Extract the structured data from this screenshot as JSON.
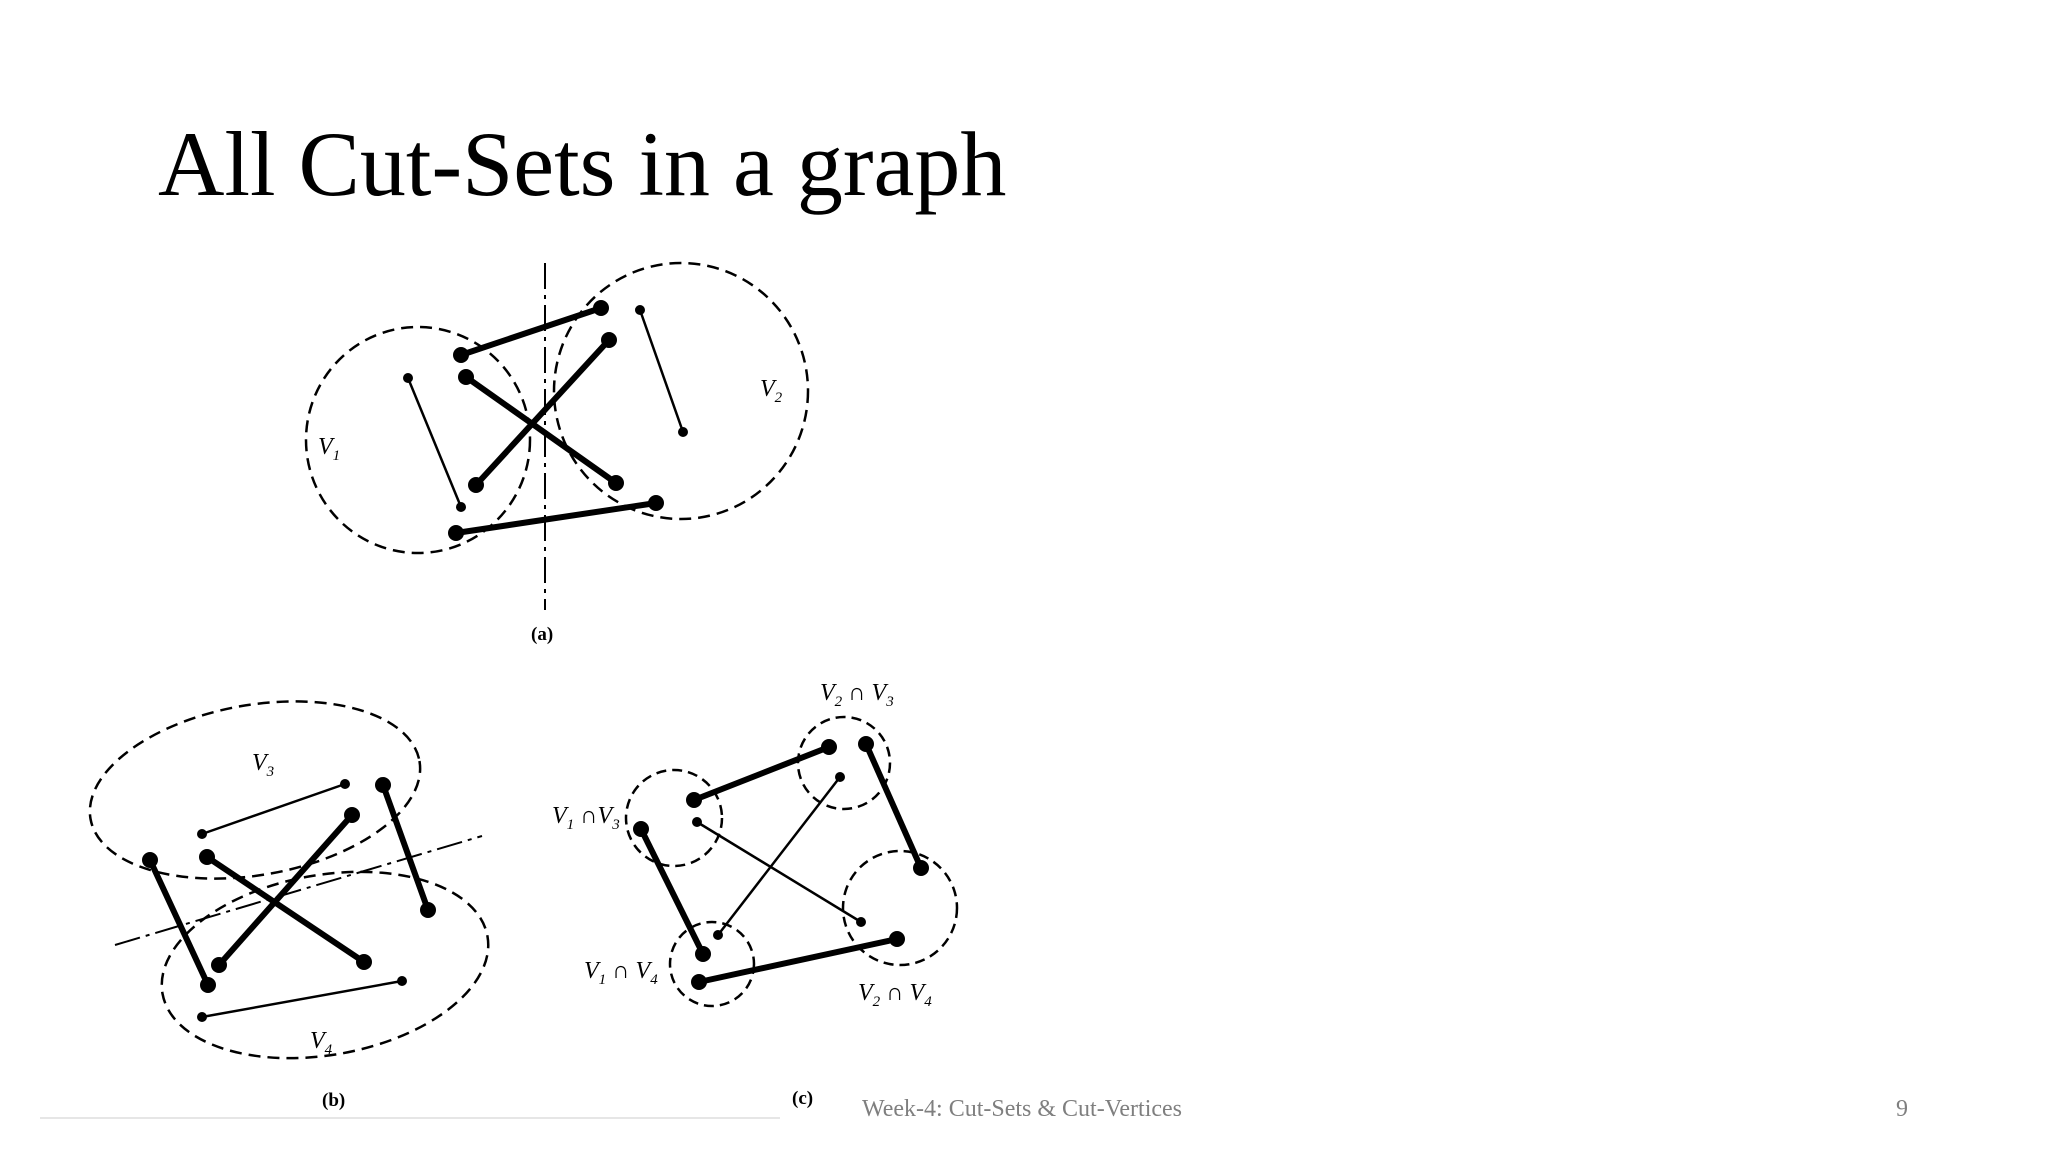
{
  "slide": {
    "title": "All Cut-Sets in a graph",
    "footer": "Week-4: Cut-Sets & Cut-Vertices",
    "page_number": "9"
  },
  "figures": {
    "a": {
      "caption": "(a)",
      "labels": {
        "v1": "V",
        "v1_sub": "1",
        "v2": "V",
        "v2_sub": "2"
      }
    },
    "b": {
      "caption": "(b)",
      "labels": {
        "v3": "V",
        "v3_sub": "3",
        "v4": "V",
        "v4_sub": "4"
      }
    },
    "c": {
      "caption": "(c)",
      "labels": {
        "v2v3": {
          "a": "V",
          "a_sub": "2",
          "op": " ∩ ",
          "b": "V",
          "b_sub": "3"
        },
        "v1v3": {
          "a": "V",
          "a_sub": "1",
          "op": " ∩",
          "b": "V",
          "b_sub": "3"
        },
        "v1v4": {
          "a": "V",
          "a_sub": "1",
          "op": " ∩ ",
          "b": "V",
          "b_sub": "4"
        },
        "v2v4": {
          "a": "V",
          "a_sub": "2",
          "op": " ∩ ",
          "b": "V",
          "b_sub": "4"
        }
      }
    }
  }
}
